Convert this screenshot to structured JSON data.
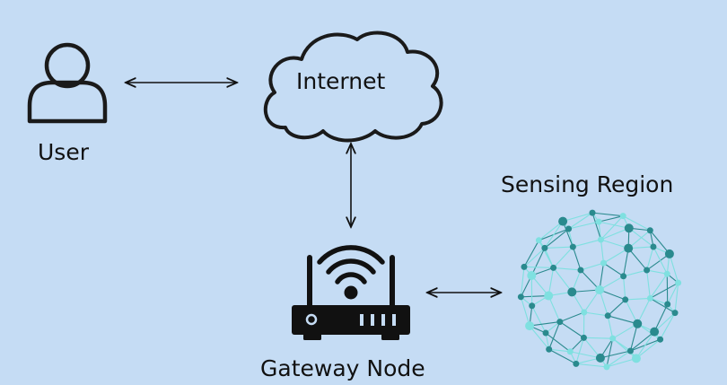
{
  "nodes": {
    "user": {
      "label": "User"
    },
    "internet": {
      "label": "Internet"
    },
    "gateway": {
      "label": "Gateway Node"
    },
    "sensing": {
      "label": "Sensing Region"
    }
  },
  "colors": {
    "background": "#c5dcf4",
    "stroke": "#111111",
    "mesh_light": "#7fe0e0",
    "mesh_dark": "#2a8a8e"
  },
  "connections": [
    {
      "from": "user",
      "to": "internet",
      "bidirectional": true
    },
    {
      "from": "internet",
      "to": "gateway",
      "bidirectional": true
    },
    {
      "from": "gateway",
      "to": "sensing",
      "bidirectional": true
    }
  ]
}
